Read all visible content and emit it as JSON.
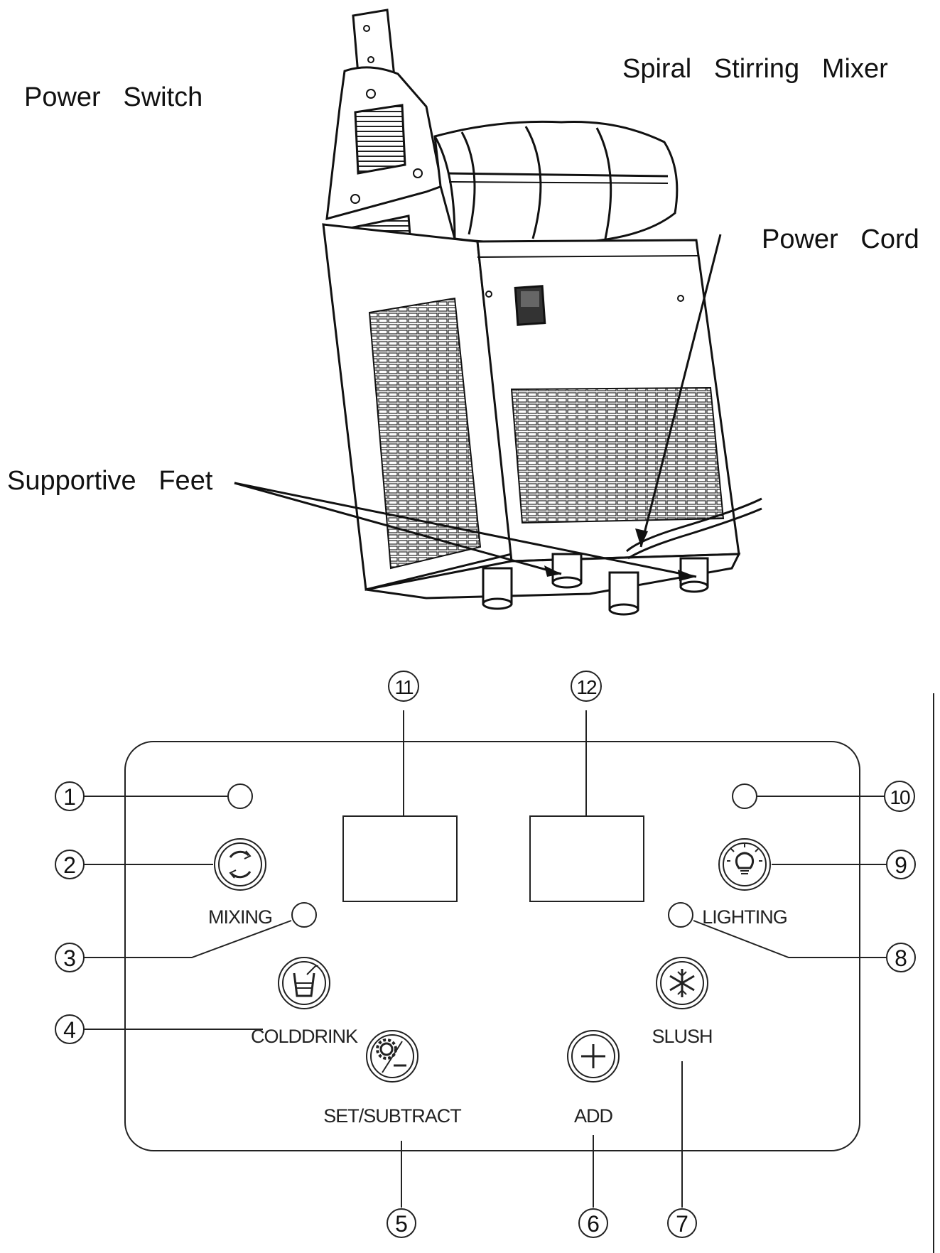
{
  "machine_labels": {
    "power_switch": "Power   Switch",
    "spiral_mixer": "Spiral   Stirring   Mixer",
    "power_cord": "Power   Cord",
    "supportive_feet": "Supportive   Feet"
  },
  "panel": {
    "callouts": [
      "1",
      "2",
      "3",
      "4",
      "5",
      "6",
      "7",
      "8",
      "9",
      "10",
      "11",
      "12"
    ],
    "button_labels": {
      "mixing": "MIXING",
      "colddrink": "COLDDRINK",
      "set_subtract": "SET/SUBTRACT",
      "add": "ADD",
      "slush": "SLUSH",
      "lighting": "LIGHTING"
    }
  },
  "icons": {
    "mixing": "rotate-arrows-icon",
    "colddrink": "glass-with-straw-icon",
    "set_subtract": "gear-minus-icon",
    "add": "plus-icon",
    "slush": "snowflake-icon",
    "lighting": "light-bulb-icon"
  }
}
